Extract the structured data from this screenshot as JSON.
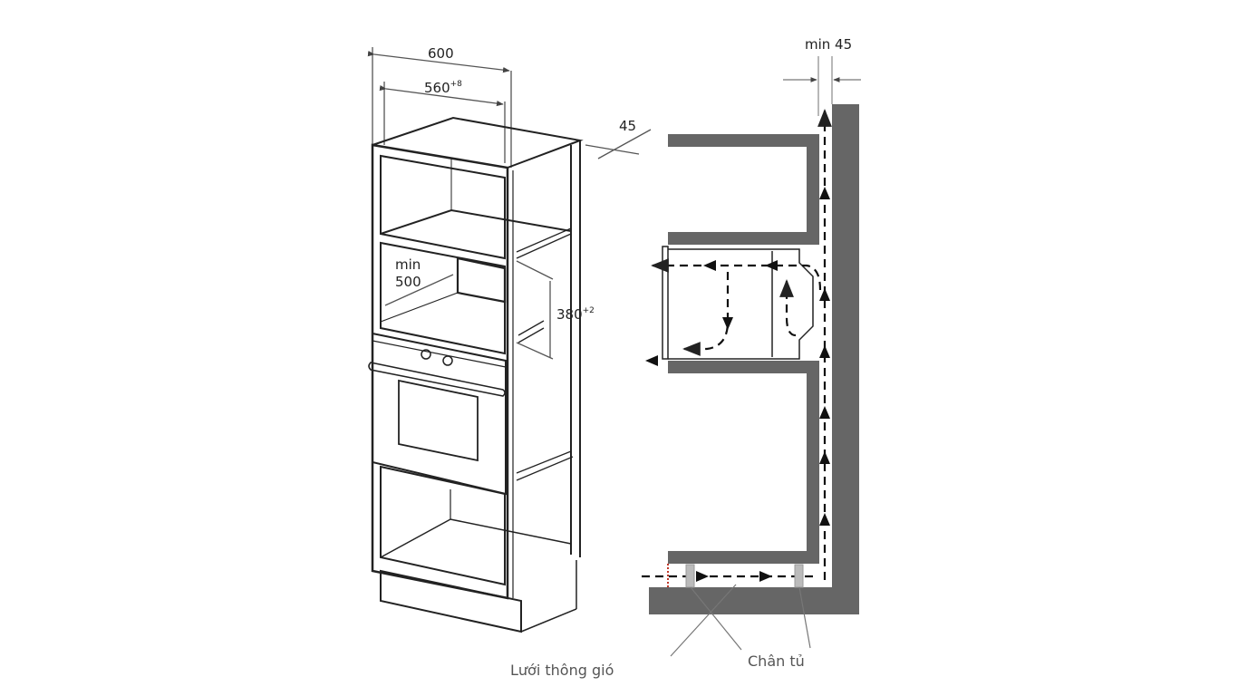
{
  "diagram": {
    "title": "Oven cabinet installation and ventilation diagram",
    "left_view": {
      "dimensions": {
        "total_width": "600",
        "inner_width": "560",
        "inner_width_tol": "+8",
        "depth_offset": "45",
        "min_depth_label": "min",
        "min_depth": "500",
        "niche_height": "380",
        "niche_height_tol": "+2"
      }
    },
    "right_view": {
      "dimensions": {
        "wall_gap": "min 45"
      },
      "labels": {
        "vent_grille": "Lưới thông gió",
        "cabinet_feet": "Chân tủ"
      }
    },
    "colors": {
      "wall": "#666666",
      "line": "#222222",
      "label": "#555555",
      "vent_mark": "#c0392b"
    }
  }
}
